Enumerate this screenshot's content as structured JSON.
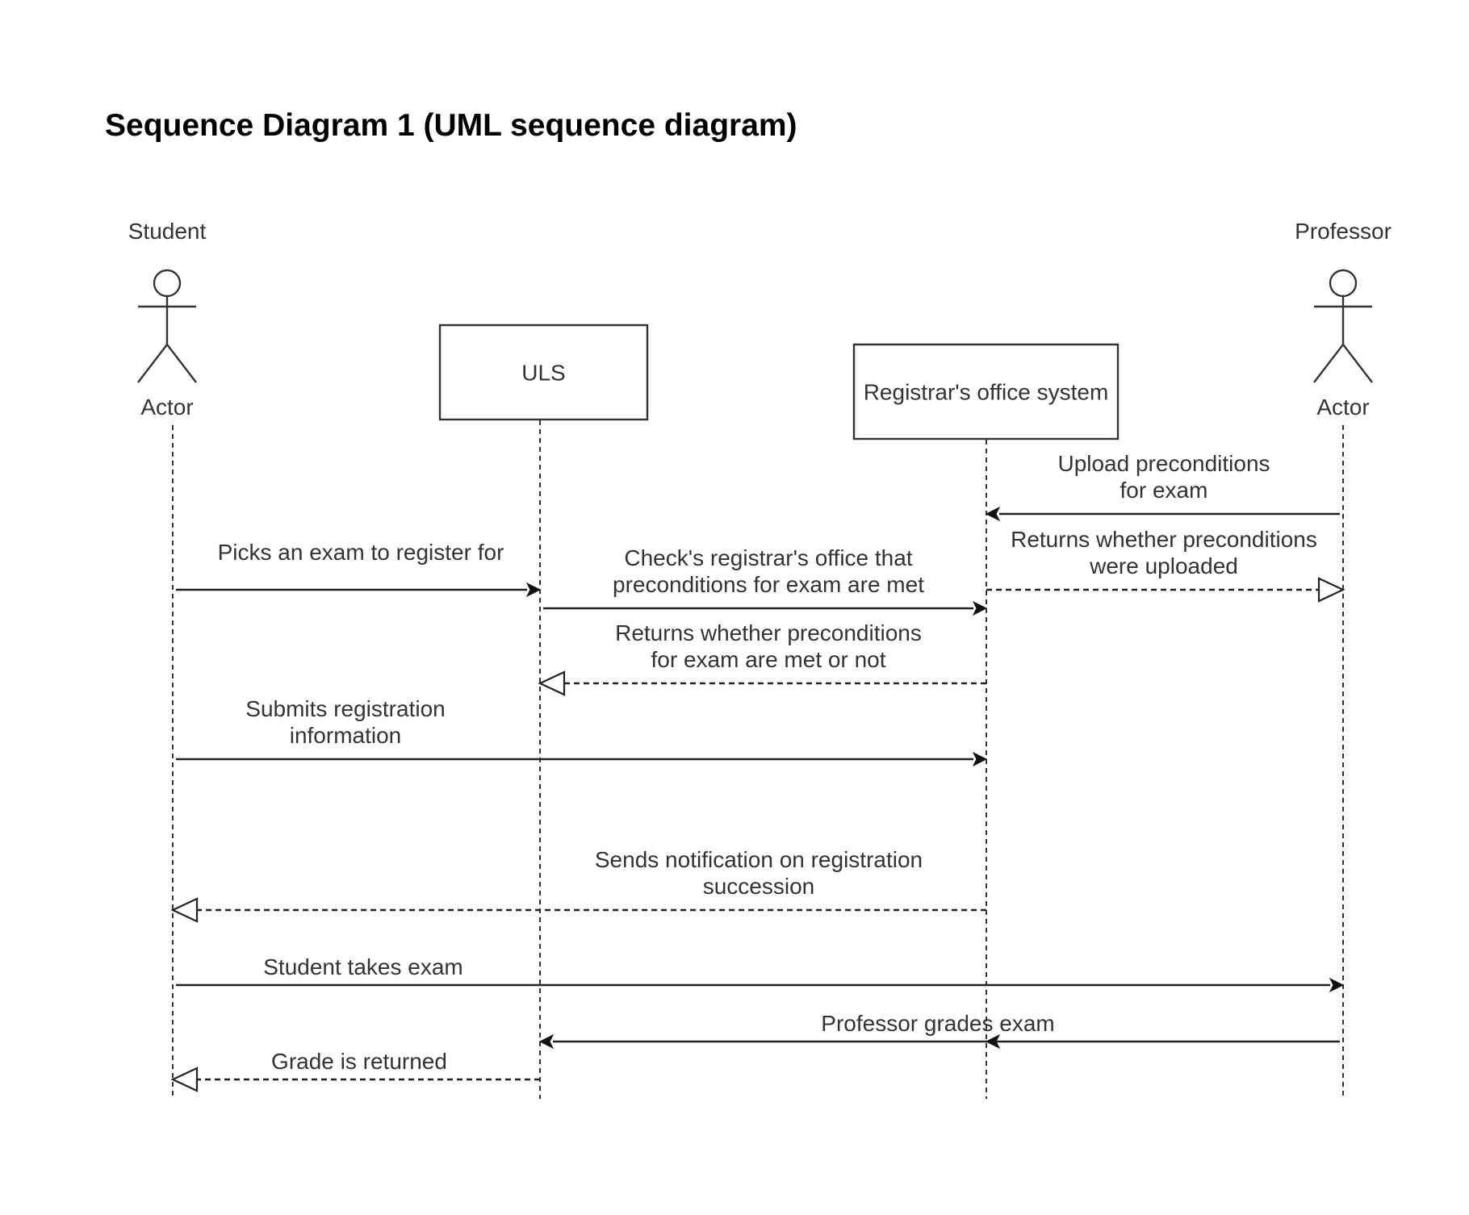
{
  "title": "Sequence Diagram 1 (UML sequence diagram)",
  "participants": [
    {
      "id": "student",
      "kind": "actor",
      "name": "Student",
      "caption": "Actor"
    },
    {
      "id": "uls",
      "kind": "box",
      "name": "ULS"
    },
    {
      "id": "registrar",
      "kind": "box",
      "name": "Registrar's office system"
    },
    {
      "id": "professor",
      "kind": "actor",
      "name": "Professor",
      "caption": "Actor"
    }
  ],
  "messages": [
    {
      "from": "professor",
      "to": "registrar",
      "type": "sync",
      "label": [
        "Upload preconditions",
        "for exam"
      ]
    },
    {
      "from": "registrar",
      "to": "professor",
      "type": "reply",
      "label": [
        "Returns whether preconditions",
        "were uploaded"
      ]
    },
    {
      "from": "student",
      "to": "uls",
      "type": "sync",
      "label": [
        "Picks an exam to register for"
      ]
    },
    {
      "from": "uls",
      "to": "registrar",
      "type": "sync",
      "label": [
        "Check's registrar's office that",
        "preconditions for exam are met"
      ]
    },
    {
      "from": "registrar",
      "to": "uls",
      "type": "reply",
      "label": [
        "Returns whether preconditions",
        "for exam are met or not"
      ]
    },
    {
      "from": "student",
      "to": "registrar",
      "type": "sync",
      "label": [
        "Submits registration",
        "information"
      ]
    },
    {
      "from": "registrar",
      "to": "student",
      "type": "reply",
      "label": [
        "Sends notification on registration",
        "succession"
      ]
    },
    {
      "from": "student",
      "to": "professor",
      "type": "sync",
      "label": [
        "Student takes exam"
      ]
    },
    {
      "from": "professor",
      "to": "uls",
      "type": "sync",
      "label": [
        "Professor grades exam"
      ]
    },
    {
      "from": "uls",
      "to": "student",
      "type": "reply",
      "label": [
        "Grade is returned"
      ]
    }
  ]
}
